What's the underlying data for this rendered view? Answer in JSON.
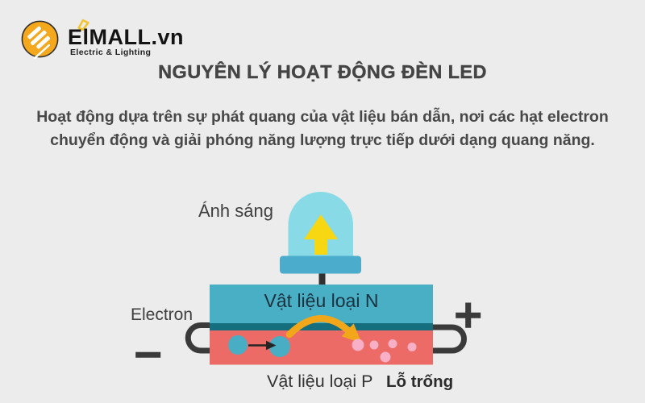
{
  "logo": {
    "brand": "ElMALL.vn",
    "tagline": "Electric & Lighting",
    "circle_color": "#F4A81D",
    "spark_color": "#F2C430"
  },
  "header": {
    "title": "NGUYÊN LÝ HOẠT ĐỘNG ĐÈN LED",
    "description": "Hoạt động dựa trên sự phát quang của vật liệu bán dẫn, nơi các hạt electron chuyển động và giải phóng năng lượng trực tiếp dưới dạng quang năng."
  },
  "diagram": {
    "labels": {
      "light": "Ánh sáng",
      "electron": "Electron",
      "n_material": "Vật liệu loại N",
      "p_material": "Vật liệu loại P",
      "hole": "Lỗ trống",
      "plus": "+",
      "minus": "−"
    },
    "colors": {
      "dome": "#87DAE6",
      "base": "#4BACCC",
      "lead": "#313131",
      "n_layer": "#48AFC4",
      "junction": "#156E7D",
      "p_layer": "#EC6B66",
      "electron_dot": "#49AEC4",
      "hole_dot": "#F9AFC6",
      "light_arrow": "#F6D711",
      "jump_arrow": "#F2A71B",
      "move_arrow": "#242424",
      "wire": "#3A3A3A"
    }
  }
}
